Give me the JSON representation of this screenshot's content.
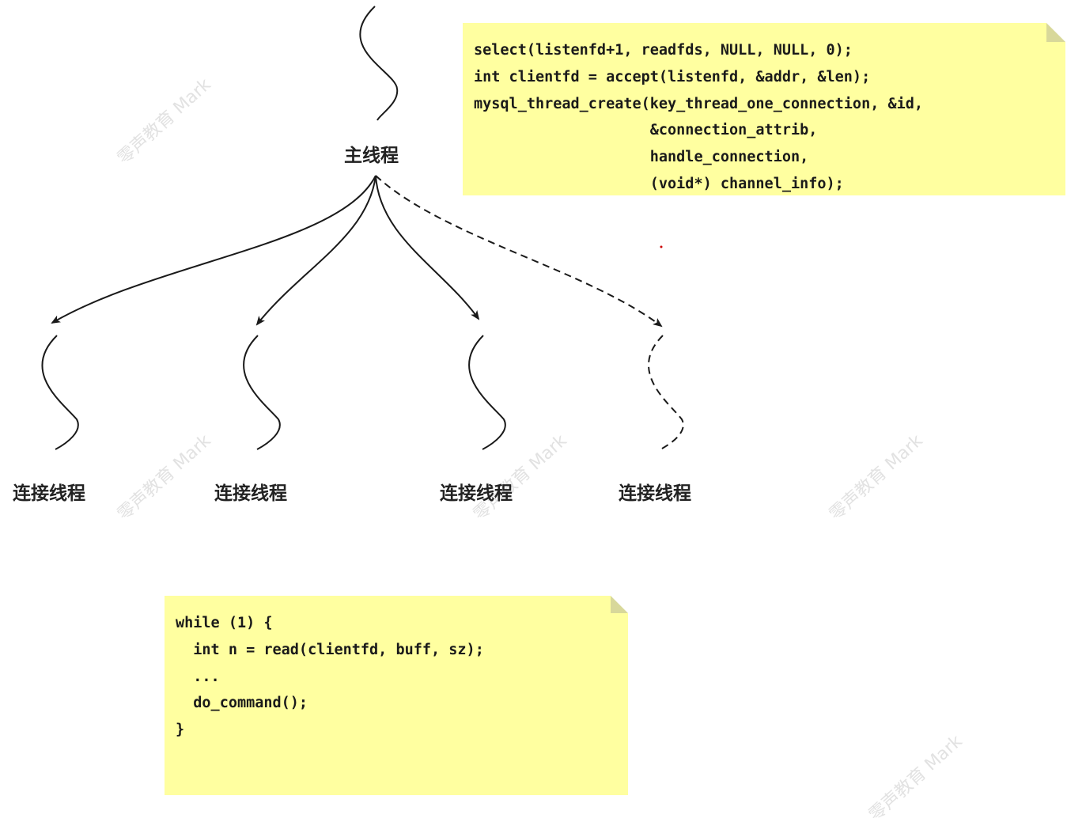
{
  "main_thread": {
    "label": "主线程"
  },
  "connection_threads": [
    {
      "label": "连接线程",
      "style": "solid"
    },
    {
      "label": "连接线程",
      "style": "solid"
    },
    {
      "label": "连接线程",
      "style": "solid"
    },
    {
      "label": "连接线程",
      "style": "dashed"
    }
  ],
  "notes": {
    "main": {
      "lines": [
        "select(listenfd+1, readfds, NULL, NULL, 0);",
        "int clientfd = accept(listenfd, &addr, &len);",
        "mysql_thread_create(key_thread_one_connection, &id,",
        "                    &connection_attrib,",
        "                    handle_connection,",
        "                    (void*) channel_info);"
      ]
    },
    "loop": {
      "lines": [
        "while (1) {",
        "  int n = read(clientfd, buff, sz);",
        "  ...",
        "  do_command();",
        "}"
      ]
    }
  },
  "watermark": {
    "text": "零声教育 Mark"
  },
  "colors": {
    "note_fill": "#ffffa0",
    "stroke": "#1a1a1a",
    "dot": "#cc0000"
  }
}
